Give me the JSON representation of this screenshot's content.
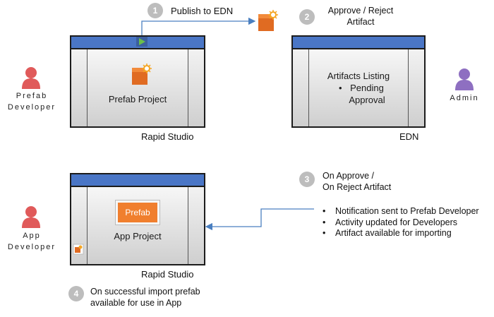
{
  "steps": [
    {
      "number": "1",
      "text": "Publish to EDN"
    },
    {
      "number": "2",
      "line1": "Approve / Reject",
      "line2": "Artifact"
    },
    {
      "number": "3",
      "line1": "On Approve /",
      "line2": "On Reject Artifact"
    },
    {
      "number": "4",
      "line1": "On successful import prefab",
      "line2": "available for use in App"
    }
  ],
  "top_left_window": {
    "content": "Prefab Project",
    "caption": "Rapid Studio"
  },
  "top_right_window": {
    "title": "Artifacts Listing",
    "bullet_line1": "Pending",
    "bullet_line2": "Approval",
    "caption": "EDN"
  },
  "bottom_window": {
    "button": "Prefab",
    "content": "App Project",
    "caption": "Rapid Studio"
  },
  "people": {
    "prefab_developer": {
      "line1": "Prefab",
      "line2": "Developer",
      "color": "#e05a5a"
    },
    "admin": {
      "line1": "Admin",
      "color": "#8e6fc1"
    },
    "app_developer": {
      "line1": "App",
      "line2": "Developer",
      "color": "#e05a5a"
    }
  },
  "notifications": [
    "Notification sent to Prefab Developer",
    "Activity updated for Developers",
    "Artifact available for importing"
  ],
  "colors": {
    "titlebar": "#4a76c6",
    "artifact_orange": "#f07f2e",
    "arrow": "#4a7fc0",
    "play": "#5aa03c"
  }
}
